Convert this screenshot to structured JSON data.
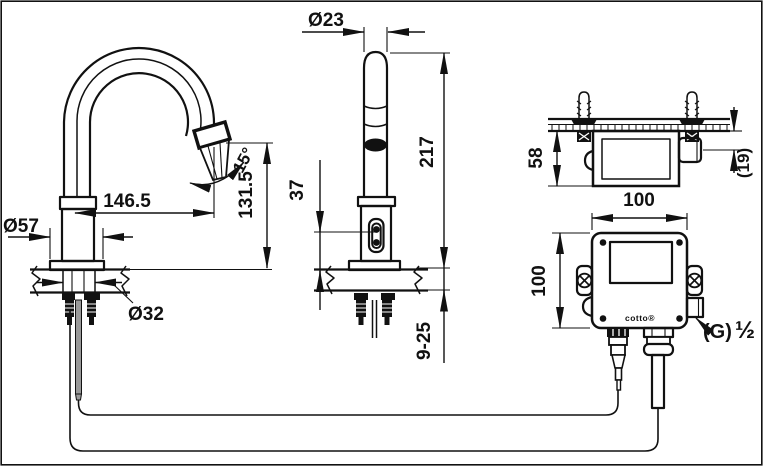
{
  "drawing": {
    "title": "sensor-faucet-installation-drawing",
    "brand": {
      "logo": "cotto®"
    },
    "dimensions": {
      "side_view": {
        "reach": "146.5",
        "height": "131.5",
        "angle": "15°",
        "base_diameter": "Ø57",
        "hole_diameter": "Ø32"
      },
      "front_view": {
        "spout_diameter": "Ø23",
        "total_height": "217",
        "sensor_height": "37",
        "deck_thickness": "9-25"
      },
      "box_top_view": {
        "depth": "58",
        "offset": "(19)"
      },
      "box_front_view": {
        "width": "100",
        "height": "100",
        "thread_prefix": "(G)",
        "thread_size": "½"
      }
    }
  }
}
